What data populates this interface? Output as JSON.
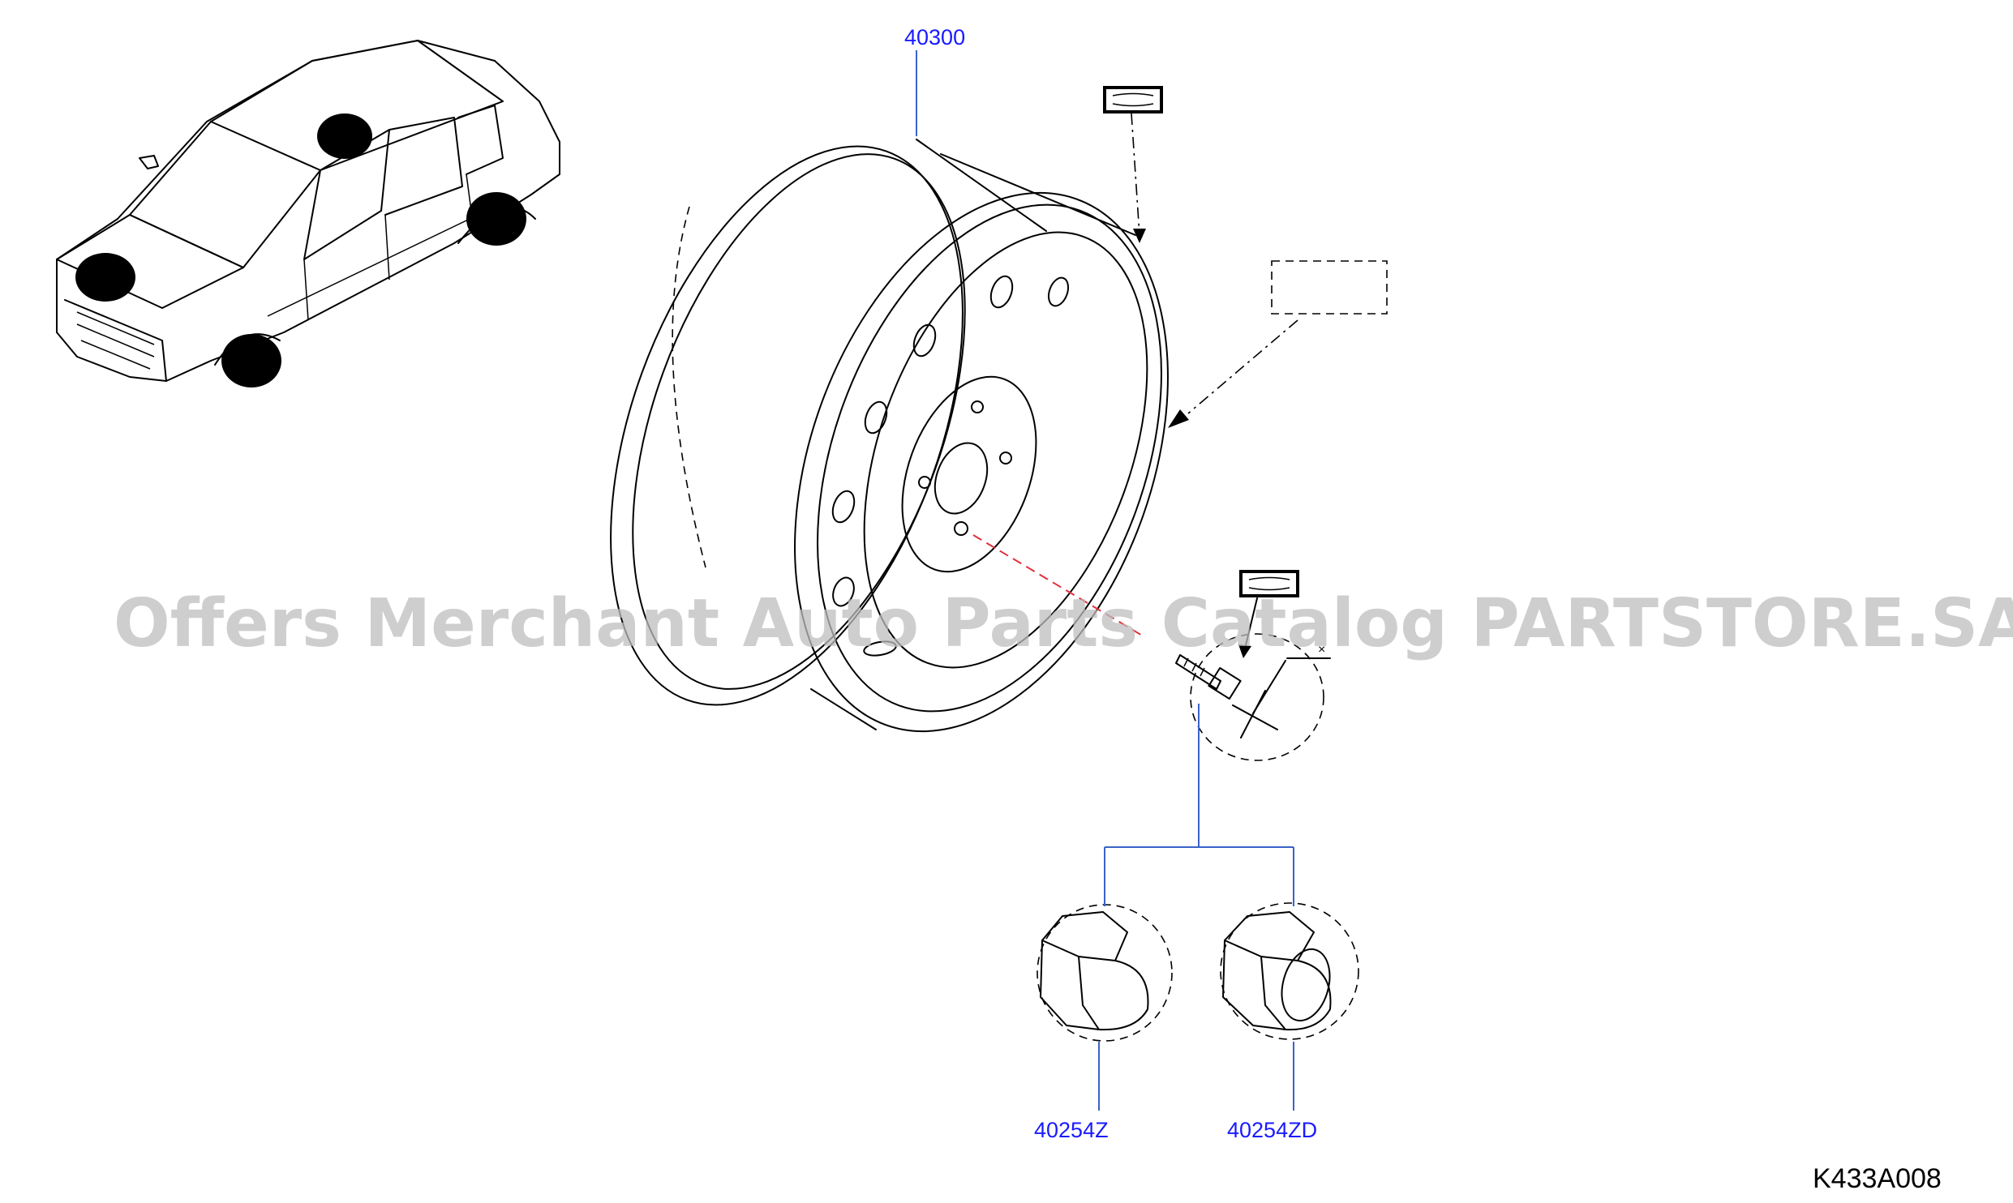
{
  "diagram_code": "K433A008",
  "watermark": "Offers Merchant Auto Parts Catalog PARTSTORE.SA",
  "parts": {
    "wheel": {
      "number": "40300"
    },
    "nut_closed": {
      "number": "40254Z"
    },
    "nut_open": {
      "number": "40254ZD"
    }
  },
  "colors": {
    "label_text": "#1a1aff",
    "leader_line": "#3a63c8",
    "axis_line": "#e0303a",
    "watermark": "#bdbdbd"
  }
}
